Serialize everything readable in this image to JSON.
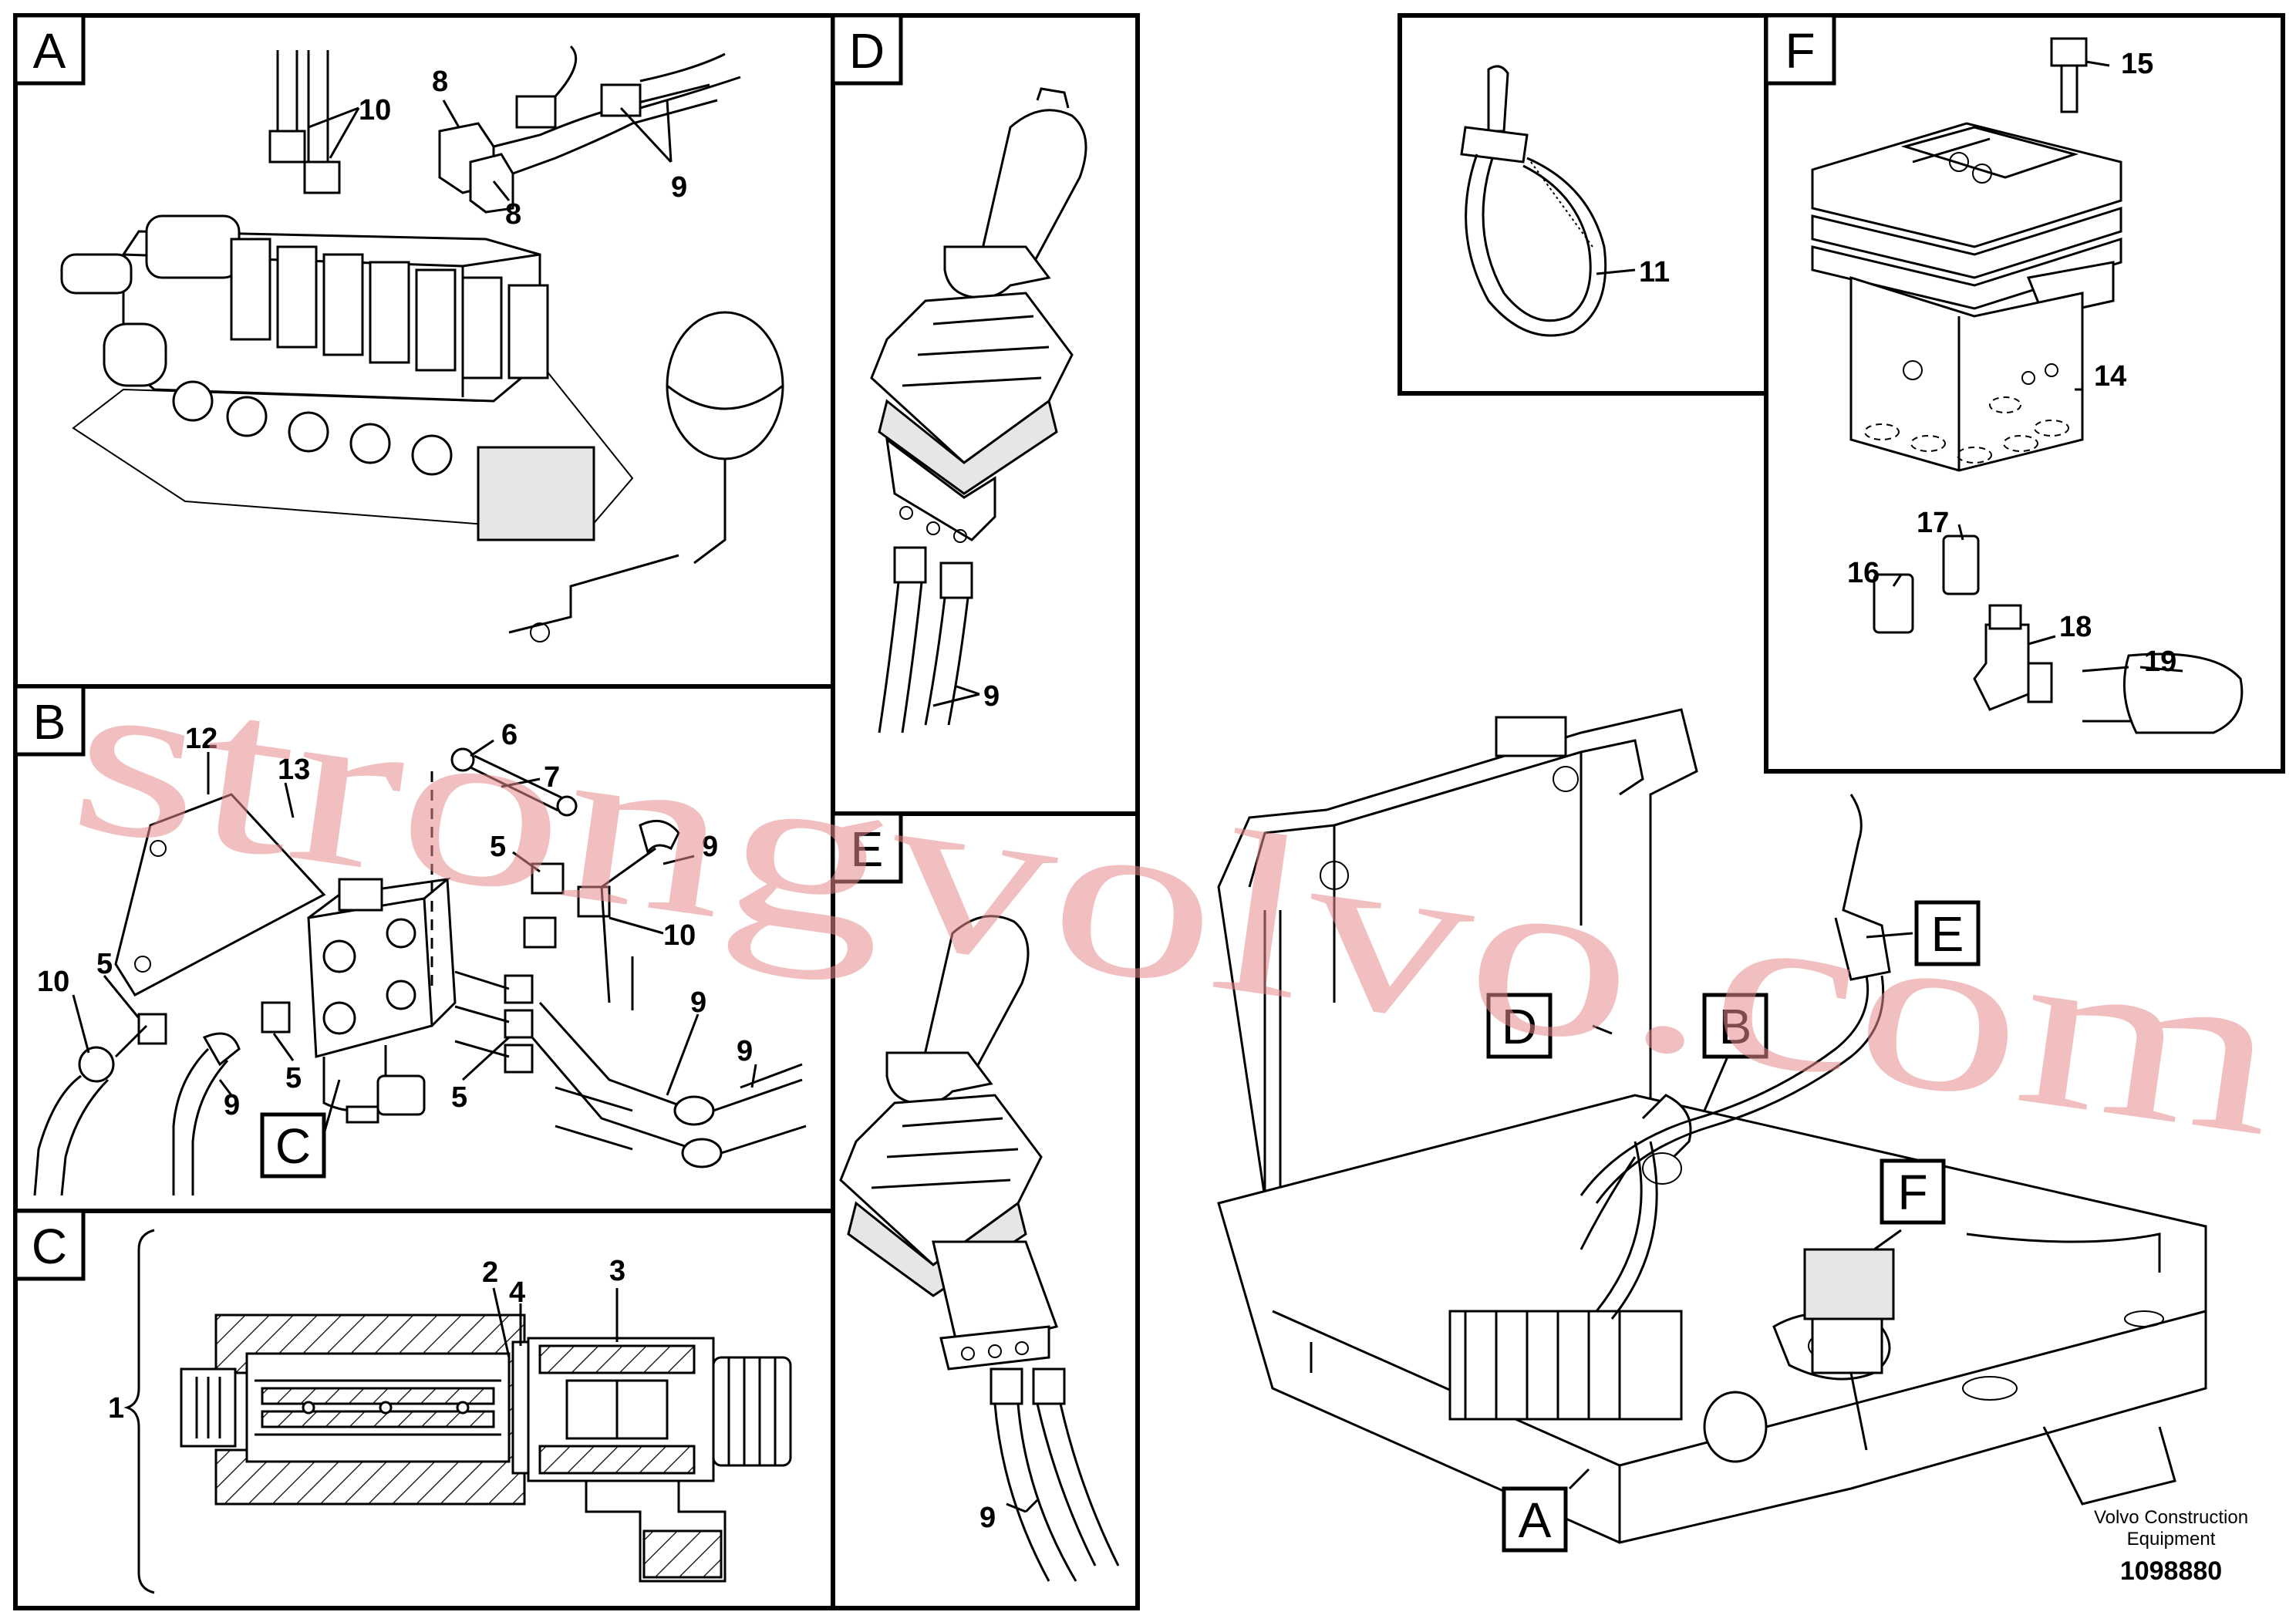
{
  "panels": {
    "A": {
      "label": "A"
    },
    "B": {
      "label": "B"
    },
    "C": {
      "label": "C"
    },
    "D": {
      "label": "D"
    },
    "E": {
      "label": "E"
    },
    "F": {
      "label": "F"
    }
  },
  "overview_callouts": {
    "A": "A",
    "B": "B",
    "D": "D",
    "E": "E",
    "F": "F"
  },
  "b_inset_callout": "C",
  "callouts": {
    "n1": "1",
    "n2": "2",
    "n3": "3",
    "n4": "4",
    "n5": "5",
    "n6": "6",
    "n7": "7",
    "n8": "8",
    "n9": "9",
    "n10": "10",
    "n11": "11",
    "n12": "12",
    "n13": "13",
    "n14": "14",
    "n15": "15",
    "n16": "16",
    "n17": "17",
    "n18": "18",
    "n19": "19"
  },
  "watermark": "strongvolvo.com",
  "footer": {
    "company_line1": "Volvo Construction",
    "company_line2": "Equipment",
    "doc_number": "1098880"
  }
}
